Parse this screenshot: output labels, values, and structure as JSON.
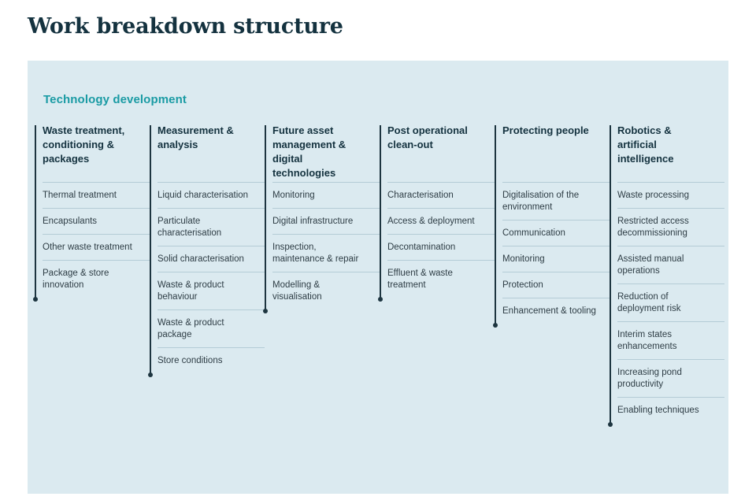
{
  "page": {
    "title": "Work breakdown structure"
  },
  "panel": {
    "heading": "Technology development",
    "background_color": "#dbeaf0",
    "accent_color": "#1a9ba4",
    "title_color": "#14323f",
    "spine_color": "#1d3540",
    "separator_color": "#b4ccd6"
  },
  "columns": [
    {
      "header": "Waste treatment, conditioning & packages",
      "items": [
        "Thermal treatment",
        "Encapsulants",
        "Other waste treatment",
        "Package & store innovation"
      ]
    },
    {
      "header": "Measurement & analysis",
      "items": [
        "Liquid characterisation",
        "Particulate characterisation",
        "Solid characterisation",
        "Waste & product behaviour",
        "Waste & product package",
        "Store conditions"
      ]
    },
    {
      "header": "Future asset management & digital technologies",
      "items": [
        "Monitoring",
        "Digital infrastructure",
        "Inspection, maintenance & repair",
        "Modelling & visualisation"
      ]
    },
    {
      "header": "Post operational clean-out",
      "items": [
        "Characterisation",
        "Access & deployment",
        "Decontamination",
        "Effluent & waste treatment"
      ]
    },
    {
      "header": "Protecting people",
      "items": [
        "Digitalisation of the environment",
        "Communication",
        "Monitoring",
        "Protection",
        "Enhancement & tooling"
      ]
    },
    {
      "header": "Robotics & artificial intelligence",
      "items": [
        "Waste processing",
        "Restricted access decommissioning",
        "Assisted manual operations",
        "Reduction of deployment risk",
        "Interim states enhancements",
        "Increasing pond productivity",
        "Enabling techniques"
      ]
    }
  ]
}
